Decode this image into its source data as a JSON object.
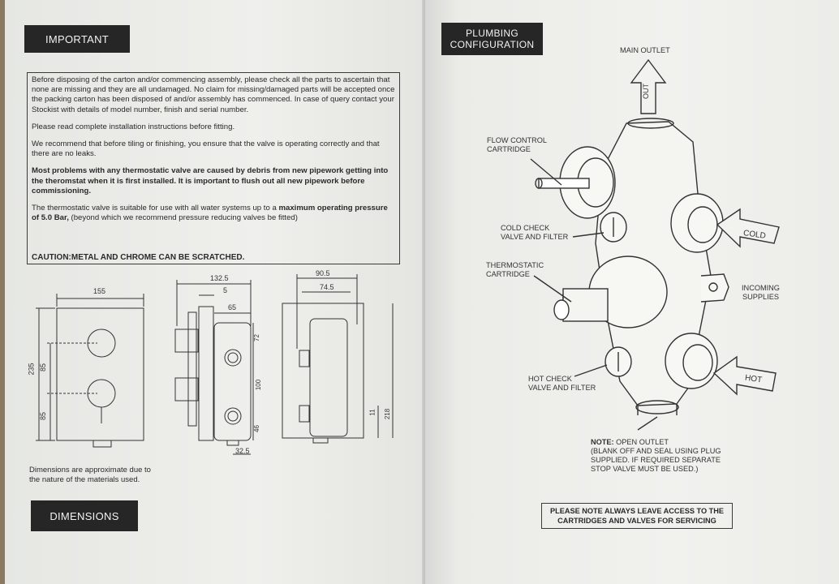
{
  "left_page": {
    "important_heading": "IMPORTANT",
    "notice_para1": "Before disposing of the carton and/or commencing assembly, please check all the parts to ascertain that none are missing and they are all undamaged.  No claim for missing/damaged parts will be accepted once the packing carton has been disposed of and/or assembly has commenced. In case of query contact your Stockist with details of model number, finish and serial number.",
    "notice_para2": "Please read complete installation instructions before fitting.",
    "notice_para3": "We recommend that before tiling or finishing, you ensure that the valve is operating correctly and that there are no leaks.",
    "notice_para4": "Most problems with any thermostatic valve are caused by debris from new pipework getting into the theromstat when it is first installed.  It is important to flush out all new pipework before commissioning.",
    "notice_para5_a": "The thermostatic valve is suitable for use with all water systems up to a ",
    "notice_para5_b": "maximum operating pressure of 5.0 Bar,",
    "notice_para5_c": " (beyond which we recommend pressure reducing valves be fitted)",
    "caution": "CAUTION:METAL AND CHROME CAN BE SCRATCHED.",
    "dimensions_note": "Dimensions are approximate due to the nature of the materials used.",
    "dimensions_heading": "DIMENSIONS",
    "dims": {
      "width_front": "155",
      "height_total": "235",
      "upper": "85",
      "lower": "85",
      "depth_total": "132.5",
      "depth_small": "5",
      "depth_body": "65",
      "side_72": "72",
      "side_100": "100",
      "side_46": "46",
      "side_32_5": "32.5",
      "rear_90_5": "90.5",
      "rear_74_5": "74.5",
      "rear_11": "11",
      "rear_218": "218"
    }
  },
  "right_page": {
    "plumbing_heading_line1": "PLUMBING",
    "plumbing_heading_line2": "CONFIGURATION",
    "main_outlet": "MAIN OUTLET",
    "out_arrow_text": "OUT",
    "flow_control_line1": "FLOW CONTROL",
    "flow_control_line2": "CARTRIDGE",
    "cold_check_line1": "COLD CHECK",
    "cold_check_line2": "VALVE AND FILTER",
    "thermostatic_line1": "THERMOSTATIC",
    "thermostatic_line2": "CARTRIDGE",
    "hot_check_line1": "HOT CHECK",
    "hot_check_line2": "VALVE AND FILTER",
    "cold_arrow": "COLD",
    "hot_arrow": "HOT",
    "incoming_line1": "INCOMING",
    "incoming_line2": "SUPPLIES",
    "note_label": "NOTE:",
    "note_line1": " OPEN OUTLET",
    "note_line2": "(BLANK OFF AND SEAL USING PLUG",
    "note_line3": "SUPPLIED. IF REQUIRED SEPARATE",
    "note_line4": "STOP VALVE MUST BE USED.)",
    "servicing_line1": "PLEASE NOTE ALWAYS LEAVE ACCESS TO THE",
    "servicing_line2": "CARTRIDGES AND VALVES FOR SERVICING"
  }
}
